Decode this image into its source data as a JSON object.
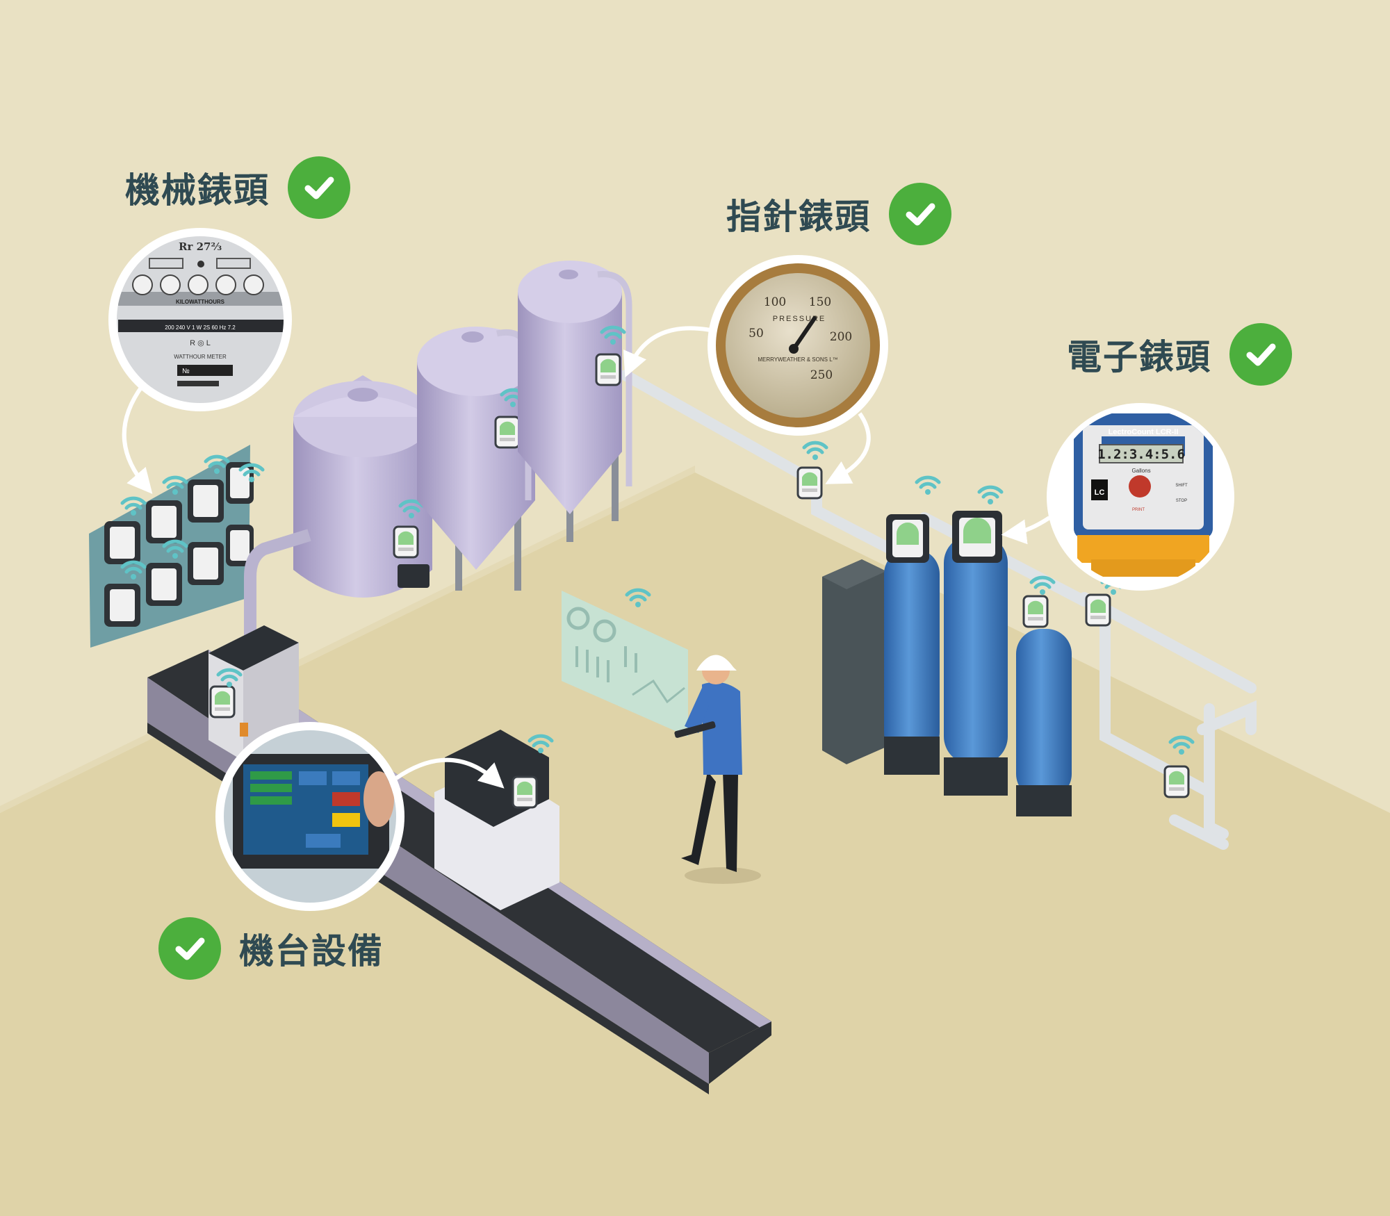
{
  "labels": {
    "mechanical": "機械錶頭",
    "pointer": "指針錶頭",
    "electronic": "電子錶頭",
    "machine": "機台設備"
  },
  "mechanical_meter": {
    "top_text": "Rr 27⅔",
    "dial_text": "KILOWATTHOURS",
    "plate_text": "WATTHOUR METER",
    "rating_text": "200 240 V 1 W 2S 60 Hz 7.2",
    "rl_text": "R  ◎  L",
    "no_text": "№"
  },
  "pressure_gauge": {
    "ticks": [
      "50",
      "100",
      "150",
      "200",
      "250"
    ],
    "word": "PRESSURE",
    "maker": "MERRYWEATHER & SONS L™"
  },
  "electronic_counter": {
    "brand": "LectroCount LCR-II",
    "reading": "1.2:3.4:5.6",
    "unit": "Gallons",
    "logo": "LC",
    "btn_print": "PRINT",
    "btn_shift": "SHIFT",
    "btn_stop": "STOP"
  },
  "colors": {
    "background": "#e9e1c3",
    "floor": "#dfd3a8",
    "check": "#4caf3d",
    "label_text": "#2f4a52",
    "tank": "#bdb4d4",
    "filter_tank": "#3f7ec2",
    "wifi": "#5fc3c6"
  },
  "icons": [
    "check-icon",
    "wifi-icon",
    "sensor-icon",
    "arrow-icon"
  ]
}
